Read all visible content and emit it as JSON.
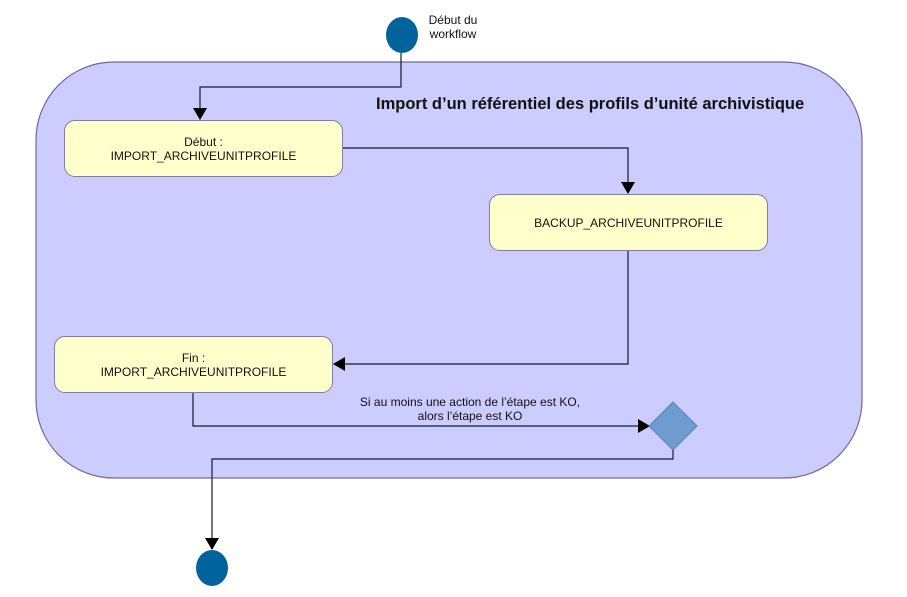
{
  "diagram": {
    "title": "Import d’un référentiel des profils d’unité archivistique",
    "start_node": {
      "label_line1": "Début du",
      "label_line2": "workflow"
    },
    "steps": [
      {
        "id": "start-step",
        "line1": "Début :",
        "line2": "IMPORT_ARCHIVEUNITPROFILE"
      },
      {
        "id": "backup-step",
        "line1": "BACKUP_ARCHIVEUNITPROFILE",
        "line2": ""
      },
      {
        "id": "end-step",
        "line1": "Fin :",
        "line2": "IMPORT_ARCHIVEUNITPROFILE"
      }
    ],
    "condition": {
      "line1": "Si au moins une action de l’étape est KO,",
      "line2": "alors l’étape est KO"
    },
    "colors": {
      "container_fill": "#ccccff",
      "container_stroke": "#6b6b9b",
      "step_fill": "#ffffcc",
      "node_fill": "#00639c",
      "decision_fill": "#6e9cd0",
      "arrow": "#000000"
    }
  }
}
